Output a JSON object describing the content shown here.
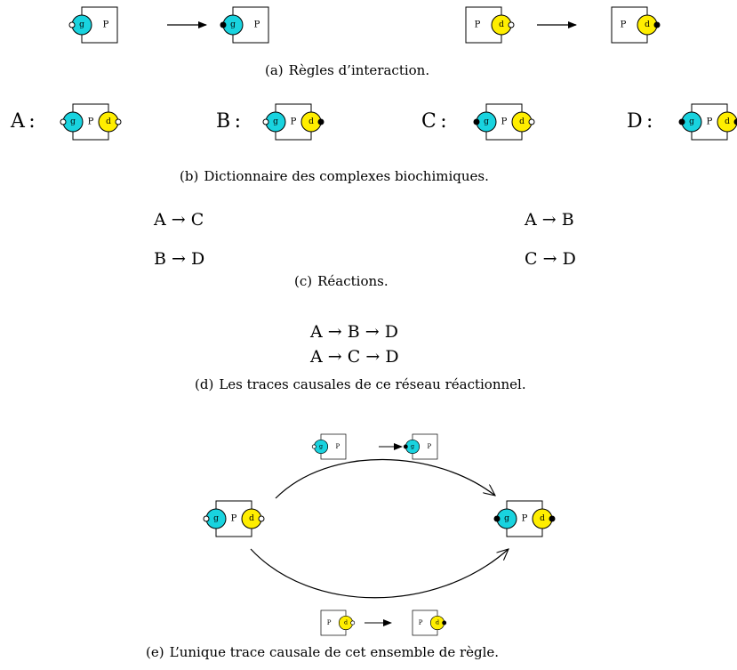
{
  "colors": {
    "site_g": "#19d3df",
    "site_d": "#ffee00",
    "stroke": "#000000"
  },
  "agent": {
    "protein": "P",
    "site_g": "g",
    "site_d": "d"
  },
  "arrow": "→",
  "captions": {
    "a": {
      "label": "(a)",
      "text": "Règles d’interaction."
    },
    "b": {
      "label": "(b)",
      "text": "Dictionnaire des complexes biochimiques."
    },
    "c": {
      "label": "(c)",
      "text": "Réactions."
    },
    "d": {
      "label": "(d)",
      "text": "Les traces causales de ce réseau réactionnel."
    },
    "e": {
      "label": "(e)",
      "text": "L’unique trace causale de cet ensemble de règle."
    }
  },
  "dictionary": [
    {
      "name": "A",
      "sep": ":",
      "g_state": "free",
      "d_state": "free"
    },
    {
      "name": "B",
      "sep": ":",
      "g_state": "free",
      "d_state": "phos"
    },
    {
      "name": "C",
      "sep": ":",
      "g_state": "phos",
      "d_state": "free"
    },
    {
      "name": "D",
      "sep": ":",
      "g_state": "phos",
      "d_state": "phos"
    }
  ],
  "reactions": [
    {
      "from": "A",
      "to": "C"
    },
    {
      "from": "A",
      "to": "B"
    },
    {
      "from": "B",
      "to": "D"
    },
    {
      "from": "C",
      "to": "D"
    }
  ],
  "traces": [
    [
      "A",
      "B",
      "D"
    ],
    [
      "A",
      "C",
      "D"
    ]
  ]
}
